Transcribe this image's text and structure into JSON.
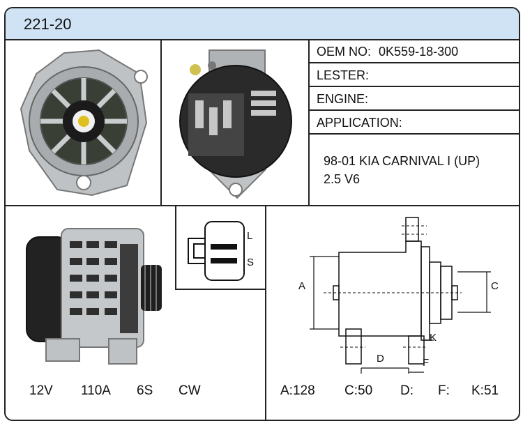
{
  "header": {
    "title": "221-20",
    "background": "#cfe3f4"
  },
  "specs": {
    "oem_label": "OEM NO:",
    "oem_value": "0K559-18-300",
    "lester_label": "LESTER:",
    "lester_value": "",
    "engine_label": "ENGINE:",
    "engine_value": "",
    "application_label": "APPLICATION:",
    "application_line1": "98-01 KIA CARNIVAL I (UP)",
    "application_line2": "2.5 V6"
  },
  "connector": {
    "pin_top": "L",
    "pin_bottom": "S"
  },
  "drawing_labels": {
    "a": "A",
    "c": "C",
    "d": "D",
    "f": "F",
    "k": "K"
  },
  "electrical": {
    "voltage": "12V",
    "amperage": "110A",
    "grooves": "6S",
    "rotation": "CW"
  },
  "dimensions": {
    "a": "A:128",
    "c": "C:50",
    "d": "D:",
    "f": "F:",
    "k": "K:51"
  },
  "icons": [
    "alternator-front-photo",
    "alternator-rear-photo",
    "alternator-side-photo",
    "connector-plug-diagram",
    "dimension-drawing"
  ]
}
